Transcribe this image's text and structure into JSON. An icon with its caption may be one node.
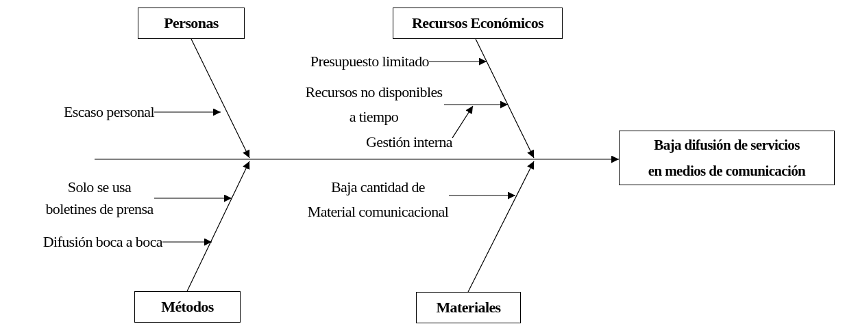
{
  "diagram": {
    "nodes": [
      {
        "text": [
          "Personas"
        ]
      },
      {
        "text": [
          "Recursos Económicos"
        ]
      },
      {
        "text": [
          "Presupuesto limitado"
        ]
      },
      {
        "text": [
          "Escaso personal"
        ]
      },
      {
        "text": [
          "Recursos no disponibles a tiempo"
        ]
      },
      {
        "text": [
          "Gestión interna"
        ]
      },
      {
        "text": [
          "Baja difusión de servicios en medios de comunicación"
        ]
      },
      {
        "text": [
          "Solo se usa boletines de prensa"
        ]
      },
      {
        "text": [
          "Baja cantidad de Material comunicacional"
        ]
      },
      {
        "text": [
          "Difusión boca a boca"
        ]
      },
      {
        "text": [
          "Métodos"
        ]
      },
      {
        "text": [
          "Materiales"
        ]
      }
    ],
    "edges": [
      {
        "from": null,
        "to": 6,
        "arrow": "to"
      },
      {
        "from": 0,
        "to": null,
        "arrow": "to"
      },
      {
        "from": 1,
        "to": null,
        "arrow": "to"
      },
      {
        "from": 10,
        "to": null,
        "arrow": "to"
      },
      {
        "from": 11,
        "to": null,
        "arrow": "to"
      },
      {
        "from": 2,
        "to": null,
        "arrow": "to"
      },
      {
        "from": 3,
        "to": null,
        "arrow": "to"
      },
      {
        "from": 4,
        "to": null,
        "arrow": "to"
      },
      {
        "from": 5,
        "to": null,
        "arrow": "to"
      },
      {
        "from": 7,
        "to": null,
        "arrow": "to"
      },
      {
        "from": 8,
        "to": null,
        "arrow": "to"
      },
      {
        "from": 9,
        "to": null,
        "arrow": "to"
      }
    ]
  }
}
